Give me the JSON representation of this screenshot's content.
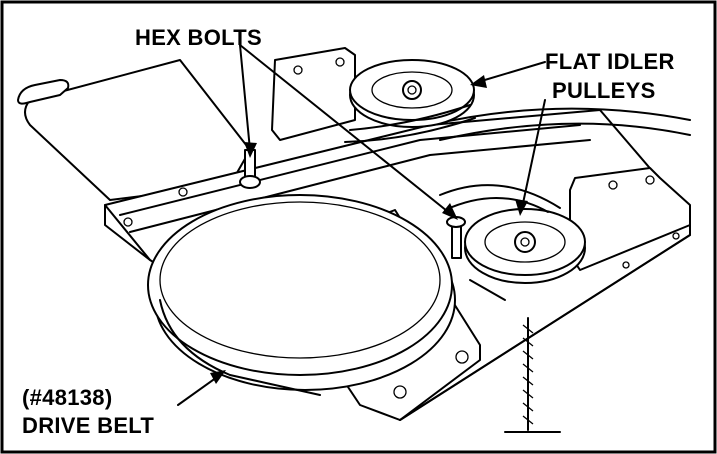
{
  "labels": {
    "hex_bolts": "HEX BOLTS",
    "flat_idler_line1": "FLAT IDLER",
    "flat_idler_line2": "PULLEYS",
    "drive_belt_line1": "(#48138)",
    "drive_belt_line2": "DRIVE BELT"
  },
  "colors": {
    "ink": "#000000",
    "paper": "#ffffff"
  }
}
